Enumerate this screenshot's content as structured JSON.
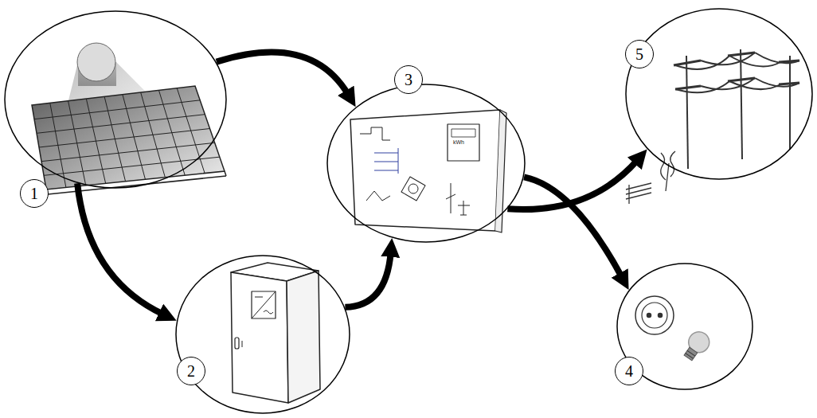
{
  "diagram": {
    "nodes": [
      {
        "text": [
          "1"
        ]
      },
      {
        "text": [
          "2"
        ]
      },
      {
        "text": [
          "3"
        ]
      },
      {
        "text": [
          "4"
        ]
      },
      {
        "text": [
          "5"
        ]
      }
    ],
    "edges": [
      {
        "from": 0,
        "to": 2,
        "arrow": "to"
      },
      {
        "from": 0,
        "to": 1,
        "arrow": "to"
      },
      {
        "from": 1,
        "to": 2,
        "arrow": "to"
      },
      {
        "from": 2,
        "to": 4,
        "arrow": "to"
      },
      {
        "from": 2,
        "to": 3,
        "arrow": "to"
      }
    ],
    "labels": [
      "kWh"
    ]
  }
}
